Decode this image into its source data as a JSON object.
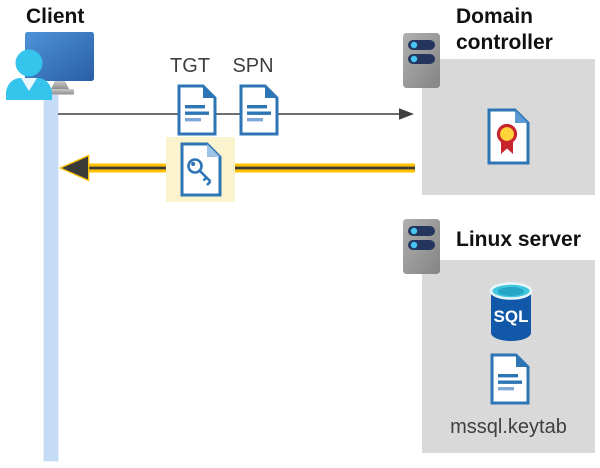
{
  "diagram": {
    "client": {
      "label": "Client"
    },
    "flow": {
      "tgt_label": "TGT",
      "spn_label": "SPN"
    },
    "domain_controller": {
      "label": "Domain controller"
    },
    "linux_server": {
      "label": "Linux server",
      "database_label": "SQL",
      "keytab_file_label": "mssql.keytab"
    },
    "colors": {
      "doc_blue": "#2e75b6",
      "doc_line_light": "#7fa8d9",
      "highlight_yellow_bg": "#fbf2ce",
      "arrow_yellow": "#ffc000",
      "arrow_dark": "#3a3a38",
      "gray_arrow": "#58595b",
      "box_gray": "#d9d9d9",
      "lifeline_blue": "#c4dcf5",
      "person_cyan": "#35c4eb",
      "monitor_blue": "#3a76c0",
      "sql_blue": "#1159a8",
      "sql_top_cyan": "#3ec6de",
      "server_bar_navy": "#24365e",
      "server_dot_cyan": "#49c5f2",
      "cert_red": "#c8242c",
      "cert_gold": "#ffd43b"
    }
  }
}
